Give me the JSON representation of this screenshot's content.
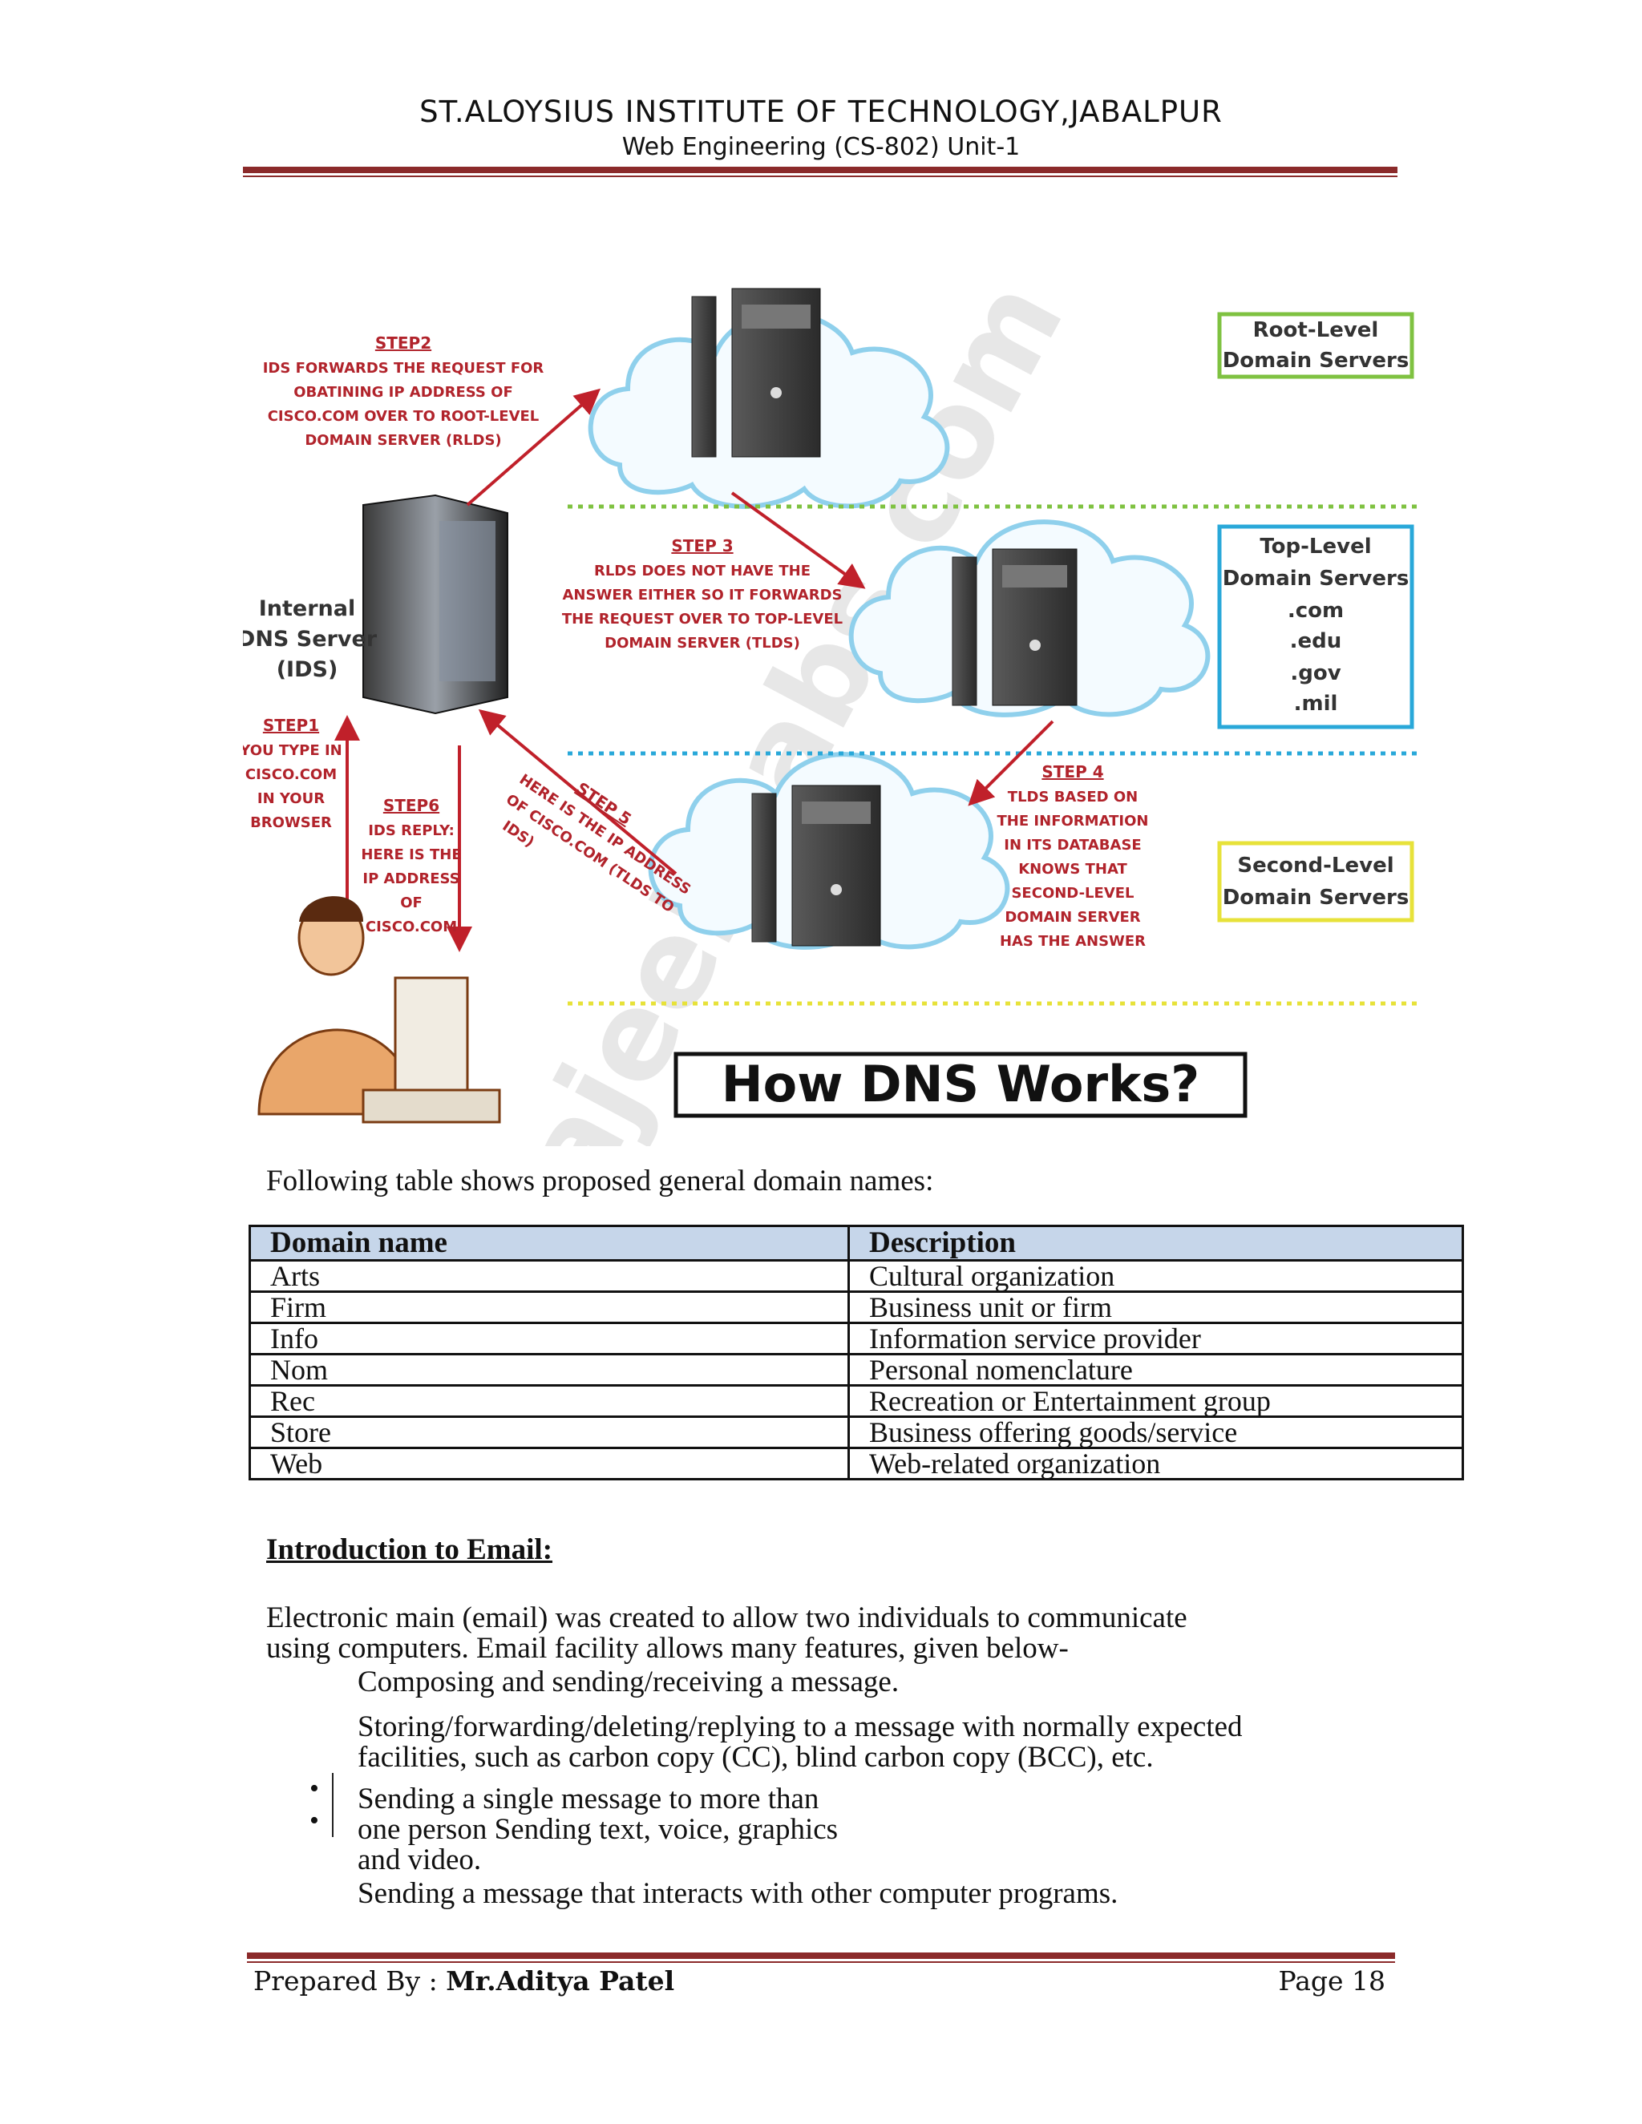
{
  "header": {
    "title": "ST.ALOYSIUS INSTITUTE OF TECHNOLOGY,JABALPUR",
    "subtitle": "Web Engineering (CS-802) Unit-1"
  },
  "diagram": {
    "title": "How DNS Works?",
    "watermark": "NajeebLabs.com",
    "root_box": [
      "Root-Level",
      "Domain Servers"
    ],
    "top_box": [
      "Top-Level",
      "Domain Servers",
      ".com",
      ".edu",
      ".gov",
      ".mil"
    ],
    "second_box": [
      "Second-Level",
      "Domain Servers"
    ],
    "ids_label": [
      "Internal",
      "DNS Server",
      "(IDS)"
    ],
    "step1": [
      "STEP1",
      "YOU TYPE IN",
      "CISCO.COM",
      "IN YOUR",
      "BROWSER"
    ],
    "step2": [
      "STEP2",
      "IDS FORWARDS THE REQUEST FOR",
      "OBATINING IP ADDRESS OF",
      "CISCO.COM OVER TO ROOT-LEVEL",
      "DOMAIN SERVER (RLDS)"
    ],
    "step3": [
      "STEP 3",
      "RLDS DOES NOT HAVE THE",
      "ANSWER EITHER SO IT FORWARDS",
      "THE REQUEST OVER TO TOP-LEVEL",
      "DOMAIN SERVER (TLDS)"
    ],
    "step4": [
      "STEP 4",
      "TLDS BASED ON",
      "THE INFORMATION",
      "IN ITS DATABASE",
      "KNOWS THAT",
      "SECOND-LEVEL",
      "DOMAIN SERVER",
      "HAS THE ANSWER"
    ],
    "step5": [
      "STEP 5",
      "HERE IS THE IP ADDRESS",
      "OF CISCO.COM (TLDS TO",
      "IDS)"
    ],
    "step6": [
      "STEP6",
      "IDS REPLY:",
      "HERE IS THE",
      "IP ADDRESS",
      "OF",
      "CISCO.COM"
    ],
    "colors": {
      "root": "#7fc241",
      "top": "#29a8d9",
      "second": "#e7e23a",
      "arrow": "#c0202a",
      "step_text": "#b1232b"
    }
  },
  "intro_text": "Following table shows proposed general domain names:",
  "table": {
    "headers": [
      "Domain name",
      "Description"
    ],
    "rows": [
      [
        "Arts",
        "Cultural organization"
      ],
      [
        "Firm",
        "Business unit or firm"
      ],
      [
        "Info",
        "Information service provider"
      ],
      [
        "Nom",
        "Personal nomenclature"
      ],
      [
        "Rec",
        "Recreation or Entertainment group"
      ],
      [
        "Store",
        "Business offering goods/service"
      ],
      [
        "Web",
        "Web-related organization"
      ]
    ]
  },
  "section_title": "Introduction to Email:",
  "paragraph": [
    "Electronic main (email) was created to allow two individuals to communicate",
    "using computers. Email facility allows many features, given below-"
  ],
  "list": [
    [
      "Composing and sending/receiving a message."
    ],
    [
      "Storing/forwarding/deleting/replying to a message with normally expected",
      "facilities, such as carbon copy (CC), blind carbon copy (BCC), etc."
    ],
    [
      "Sending a single message to more than",
      "one person Sending text, voice, graphics",
      "and video."
    ],
    [
      "Sending a message that interacts with other computer programs."
    ]
  ],
  "bullet_glyph": "•",
  "footer": {
    "prepared_label": "Prepared By : ",
    "author": "Mr.Aditya Patel",
    "page": "Page 18"
  }
}
